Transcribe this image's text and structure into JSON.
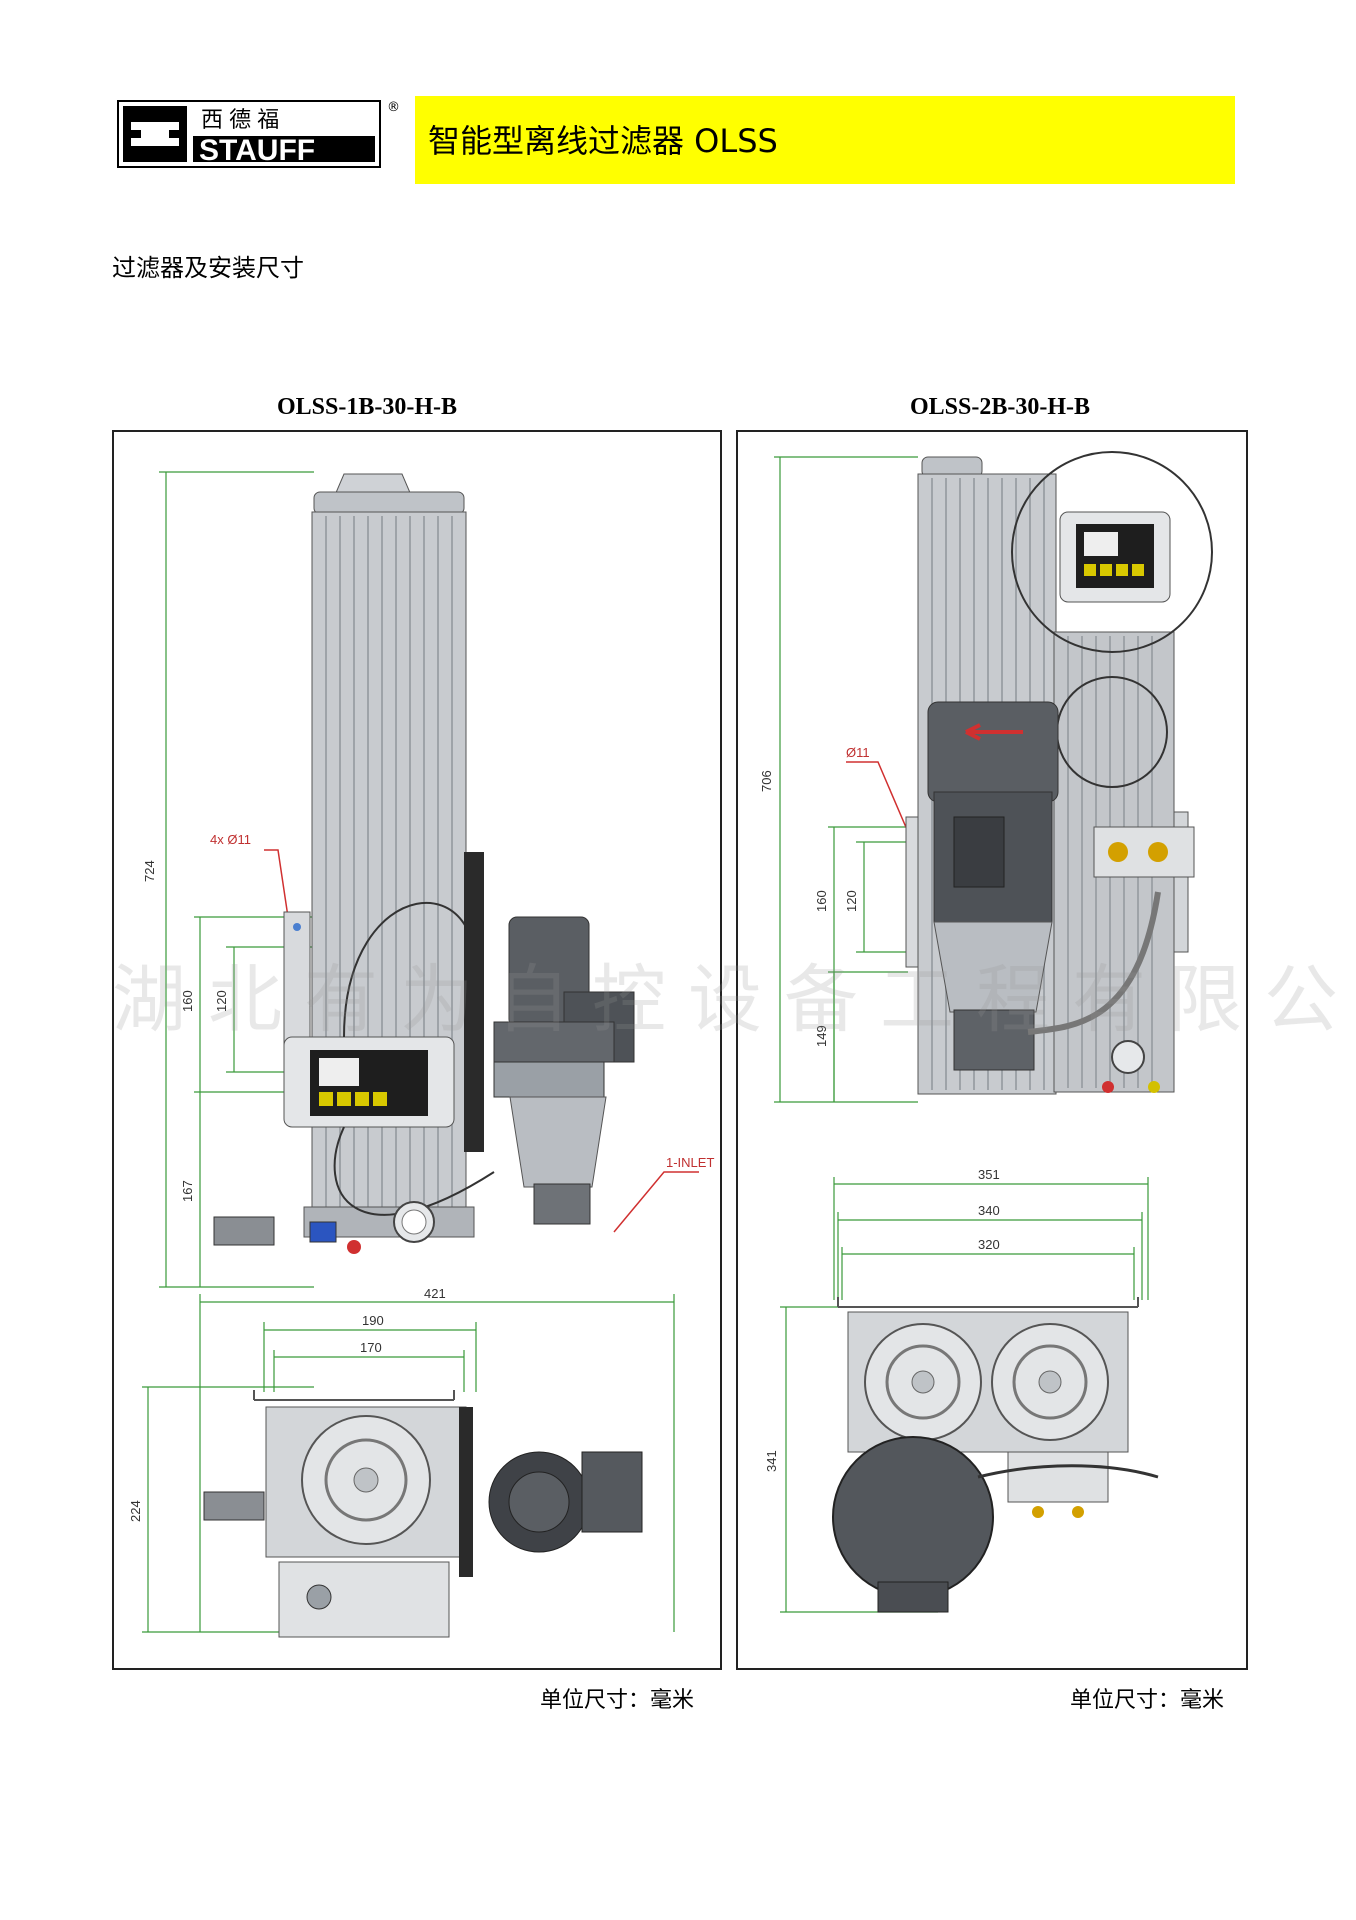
{
  "header": {
    "logo_cn": "西 德 福",
    "logo_en": "STAUFF",
    "logo_reg": "®",
    "title": "智能型离线过滤器 OLSS",
    "banner_color": "#ffff00"
  },
  "section_title": "过滤器及安装尺寸",
  "watermark": "湖北有为自控设备工程有限公司",
  "models": [
    {
      "name": "OLSS-1B-30-H-B",
      "unit_note": "单位尺寸：毫米",
      "dims": {
        "height": "724",
        "d160": "160",
        "d120": "120",
        "d167": "167",
        "width": "421",
        "w190": "190",
        "w170": "170",
        "d224": "224",
        "hole": "4x Ø11",
        "inlet": "1-INLET"
      }
    },
    {
      "name": "OLSS-2B-30-H-B",
      "unit_note": "单位尺寸：毫米",
      "dims": {
        "height": "706",
        "hole": "Ø11",
        "d160": "160",
        "d120": "120",
        "d149": "149",
        "w351": "351",
        "w340": "340",
        "w320": "320",
        "d341": "341"
      }
    }
  ],
  "colors": {
    "dimension_line": "#3a9a3a",
    "leader_red": "#d03030",
    "motor_grey": "#5a5e63",
    "housing_grey": "#c8cbcf"
  }
}
